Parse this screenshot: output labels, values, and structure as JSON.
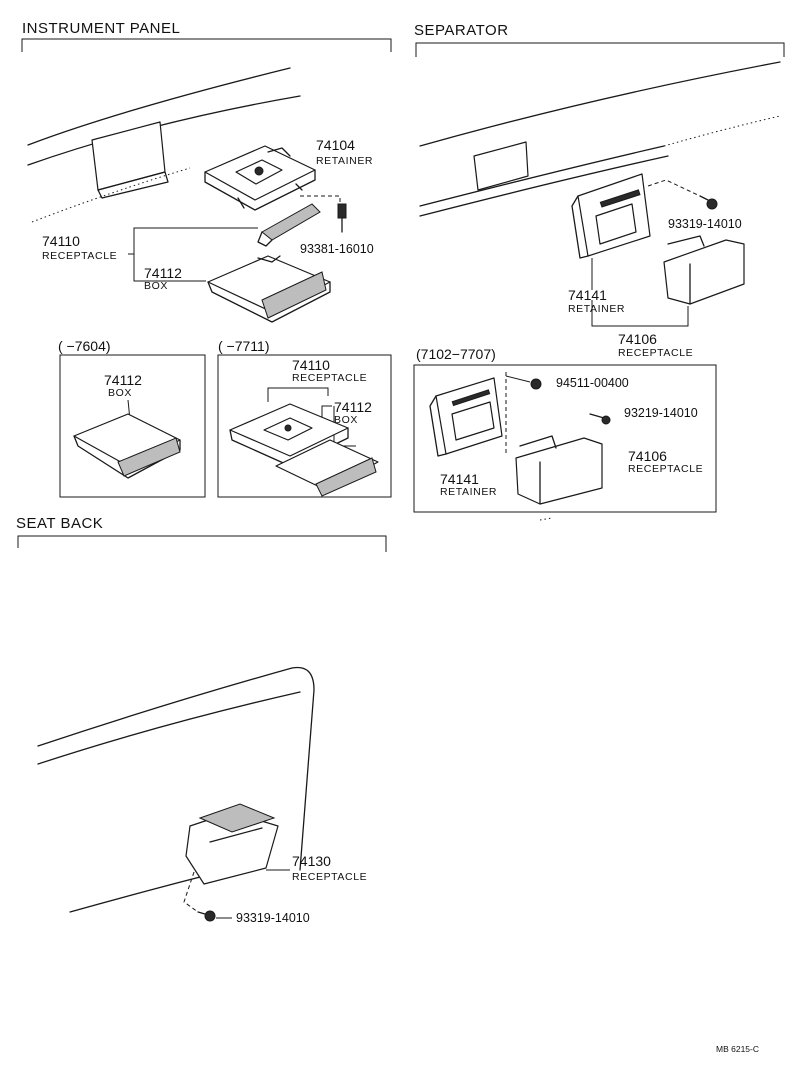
{
  "sections": {
    "instrument_panel": {
      "title": "INSTRUMENT PANEL",
      "parts": {
        "retainer_num": "74104",
        "retainer_label": "RETAINER",
        "receptacle_num": "74110",
        "receptacle_label": "RECEPTACLE",
        "bolt_code": "93381-16010",
        "box_num": "74112",
        "box_label": "BOX"
      },
      "variant_a": {
        "range": "(      −7604)",
        "box_num": "74112",
        "box_label": "BOX"
      },
      "variant_b": {
        "range": "(      −7711)",
        "receptacle_num": "74110",
        "receptacle_label": "RECEPTACLE",
        "box_num": "74112",
        "box_label": "BOX"
      }
    },
    "separator": {
      "title": "SEPARATOR",
      "parts": {
        "screw_code": "93319-14010",
        "retainer_num": "74141",
        "retainer_label": "RETAINER",
        "receptacle_num": "74106",
        "receptacle_label": "RECEPTACLE"
      },
      "variant": {
        "range": "(7102−7707)",
        "nut_code": "94511-00400",
        "screw_code": "93219-14010",
        "receptacle_num": "74106",
        "receptacle_label": "RECEPTACLE",
        "retainer_num": "74141",
        "retainer_label": "RETAINER"
      }
    },
    "seat_back": {
      "title": "SEAT BACK",
      "parts": {
        "receptacle_num": "74130",
        "receptacle_label": "RECEPTACLE",
        "screw_code": "93319-14010"
      }
    }
  },
  "footer": {
    "code": "MB 6215-C"
  }
}
